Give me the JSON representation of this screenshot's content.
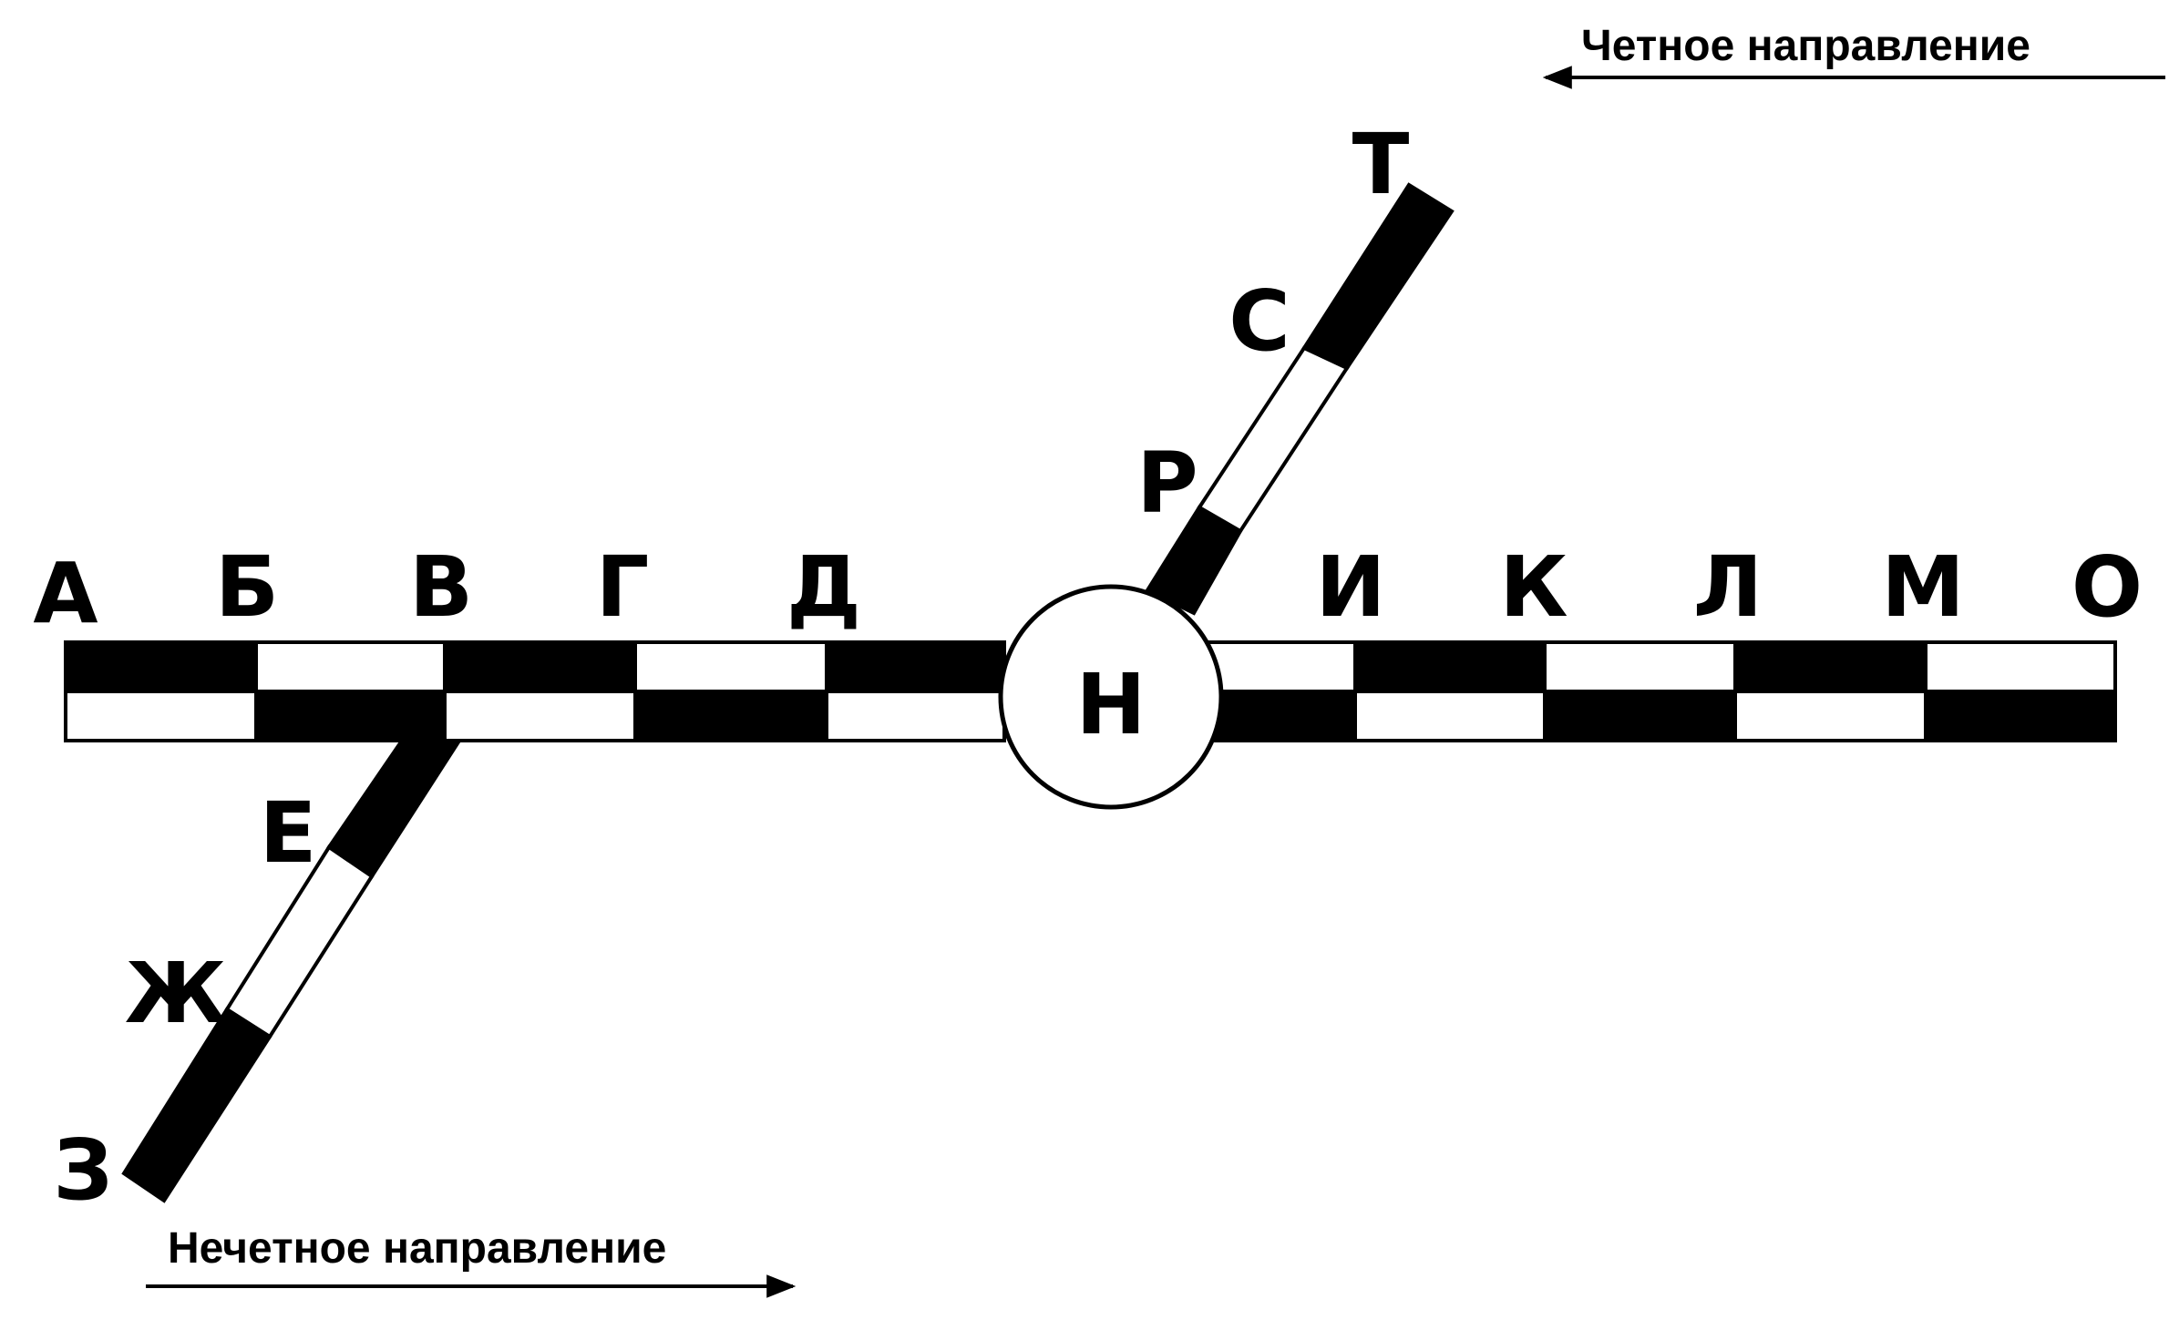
{
  "diagram": {
    "main_stations": [
      "А",
      "Б",
      "В",
      "Г",
      "Д",
      "И",
      "К",
      "Л",
      "М",
      "О"
    ],
    "center_station": "Н",
    "lower_branch": [
      "Е",
      "Ж",
      "З"
    ],
    "upper_branch": [
      "Р",
      "С",
      "Т"
    ],
    "directions": {
      "even": "Четное  направление",
      "odd": "Нечетное  направление"
    },
    "colors": {
      "line": "#000000",
      "fill_dark": "#000000",
      "fill_light": "#ffffff"
    }
  }
}
